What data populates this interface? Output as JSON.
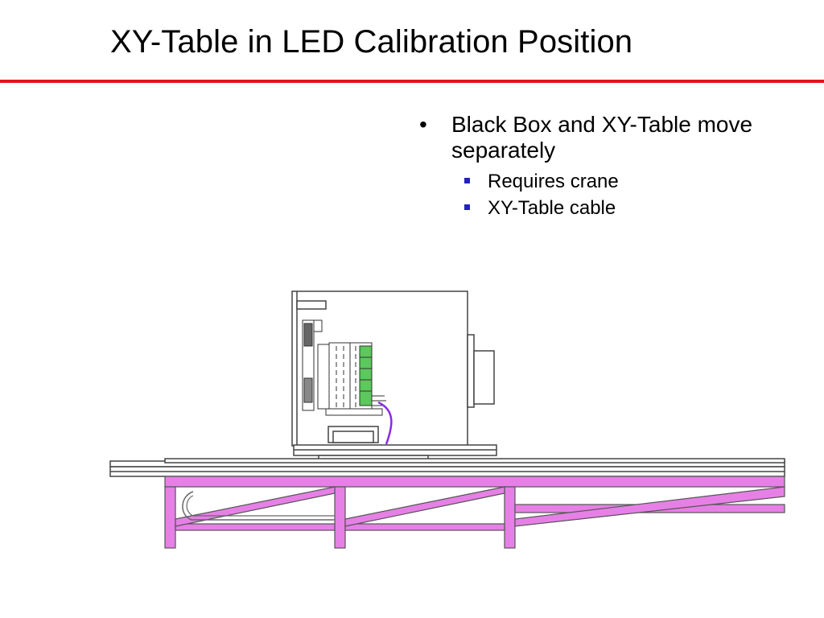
{
  "slide": {
    "title": "XY-Table in LED Calibration Position",
    "bullets": [
      {
        "text": "Black Box and XY-Table move separately",
        "sub_bullets": [
          {
            "text": "Requires crane"
          },
          {
            "text": "XY-Table cable"
          }
        ]
      }
    ]
  },
  "colors": {
    "title_rule": "#e8101a",
    "sub_bullet_marker": "#2222bb",
    "table_frame": "#e680e6",
    "table_frame_outline": "#555555",
    "cable": "#8a2be2",
    "pcb_green": "#5bc95b"
  },
  "icons": {
    "bullet_l1": "round-bullet",
    "bullet_l2": "square-bullet"
  }
}
